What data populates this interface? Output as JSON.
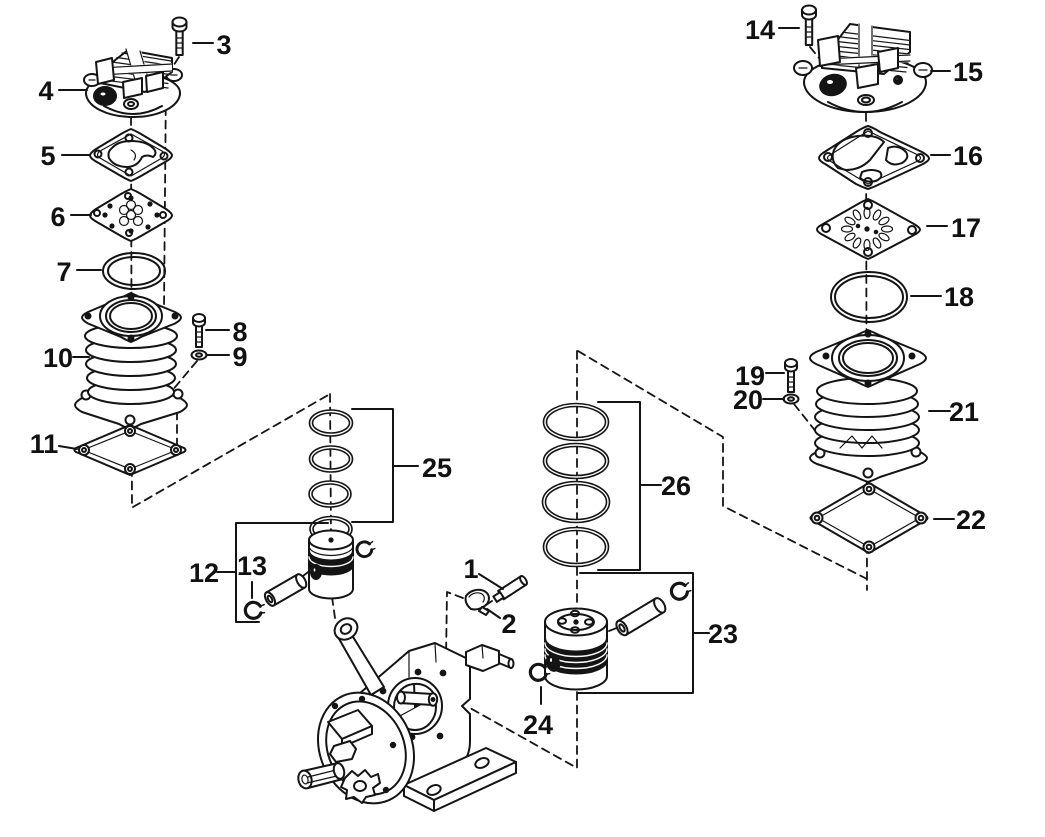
{
  "diagram": {
    "description": "Exploded parts diagram of a twin-cylinder air compressor pump",
    "background_color": "#ffffff",
    "line_color": "#141414"
  },
  "callouts": [
    {
      "number": "1"
    },
    {
      "number": "2"
    },
    {
      "number": "3"
    },
    {
      "number": "4"
    },
    {
      "number": "5"
    },
    {
      "number": "6"
    },
    {
      "number": "7"
    },
    {
      "number": "8"
    },
    {
      "number": "9"
    },
    {
      "number": "10"
    },
    {
      "number": "11"
    },
    {
      "number": "12"
    },
    {
      "number": "13"
    },
    {
      "number": "14"
    },
    {
      "number": "15"
    },
    {
      "number": "16"
    },
    {
      "number": "17"
    },
    {
      "number": "18"
    },
    {
      "number": "19"
    },
    {
      "number": "20"
    },
    {
      "number": "21"
    },
    {
      "number": "22"
    },
    {
      "number": "23"
    },
    {
      "number": "24"
    },
    {
      "number": "25"
    },
    {
      "number": "26"
    }
  ]
}
